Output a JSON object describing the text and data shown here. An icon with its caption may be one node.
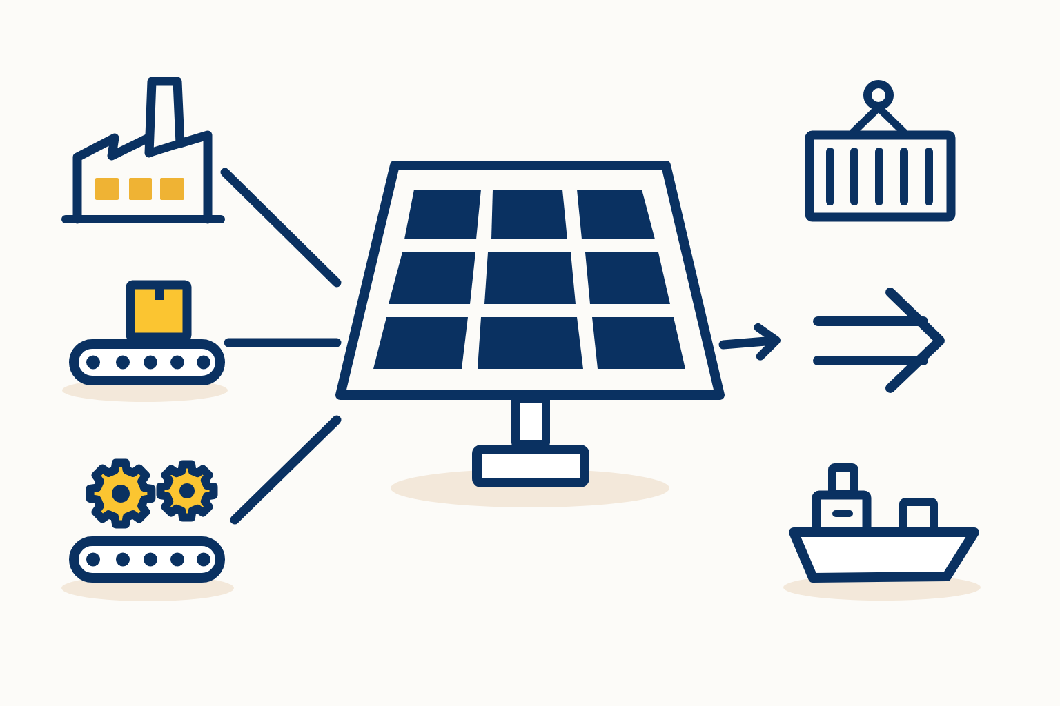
{
  "diagram": {
    "nodes": [
      {
        "text": [],
        "shape": "picture"
      },
      {
        "text": [],
        "shape": "picture"
      },
      {
        "text": [],
        "shape": "picture"
      },
      {
        "text": [],
        "shape": "picture"
      },
      {
        "text": [],
        "shape": "picture"
      },
      {
        "text": [],
        "shape": "picture"
      }
    ],
    "edges": [
      {
        "from": 0,
        "to": 3,
        "arrow": "none"
      },
      {
        "from": 1,
        "to": 3,
        "arrow": "none"
      },
      {
        "from": 2,
        "to": 3,
        "arrow": "none"
      },
      {
        "from": 3,
        "to": null,
        "arrow": "to"
      }
    ]
  }
}
